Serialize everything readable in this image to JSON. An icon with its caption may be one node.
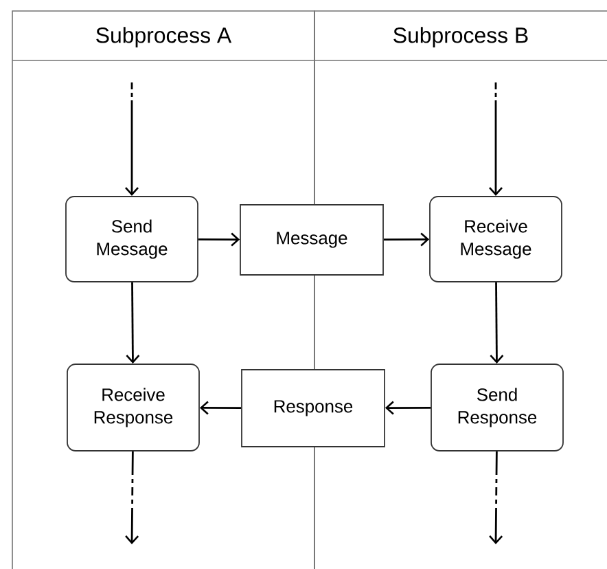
{
  "diagram": {
    "nodes": [
      {
        "text": [
          "Subprocess A"
        ]
      },
      {
        "text": [
          "Subprocess B"
        ]
      },
      {
        "text": [
          "Send Message"
        ],
        "in": 0
      },
      {
        "text": [
          "Message"
        ]
      },
      {
        "text": [
          "Receive Message"
        ],
        "in": 1
      },
      {
        "text": [
          "Receive Response"
        ],
        "in": 0
      },
      {
        "text": [
          "Response"
        ]
      },
      {
        "text": [
          "Send Response"
        ],
        "in": 1
      }
    ],
    "edges": [
      {
        "from": null,
        "to": 2,
        "arrow": "to",
        "style": "dashed"
      },
      {
        "from": 2,
        "to": 3,
        "arrow": "to"
      },
      {
        "from": 3,
        "to": 4,
        "arrow": "to"
      },
      {
        "from": null,
        "to": 4,
        "arrow": "to",
        "style": "dashed"
      },
      {
        "from": 2,
        "to": 5,
        "arrow": "to"
      },
      {
        "from": 4,
        "to": 7,
        "arrow": "to"
      },
      {
        "from": 7,
        "to": 6,
        "arrow": "to"
      },
      {
        "from": 6,
        "to": 5,
        "arrow": "to"
      },
      {
        "from": 5,
        "to": null,
        "arrow": "to",
        "style": "dashed"
      },
      {
        "from": 7,
        "to": null,
        "arrow": "to",
        "style": "dashed"
      }
    ]
  }
}
